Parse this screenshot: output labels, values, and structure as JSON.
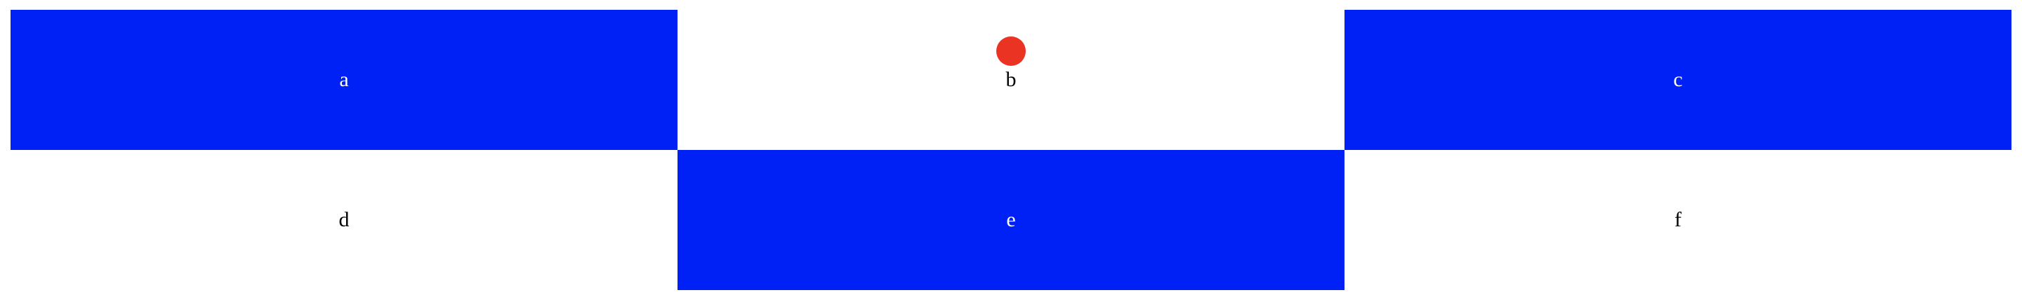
{
  "colors": {
    "blue": "#0021f5",
    "red": "#ea3323",
    "white": "#ffffff"
  },
  "cells": [
    {
      "label": "a",
      "fill": "blue"
    },
    {
      "label": "b",
      "fill": "white"
    },
    {
      "label": "c",
      "fill": "blue"
    },
    {
      "label": "d",
      "fill": "white"
    },
    {
      "label": "e",
      "fill": "blue"
    },
    {
      "label": "f",
      "fill": "white"
    }
  ]
}
